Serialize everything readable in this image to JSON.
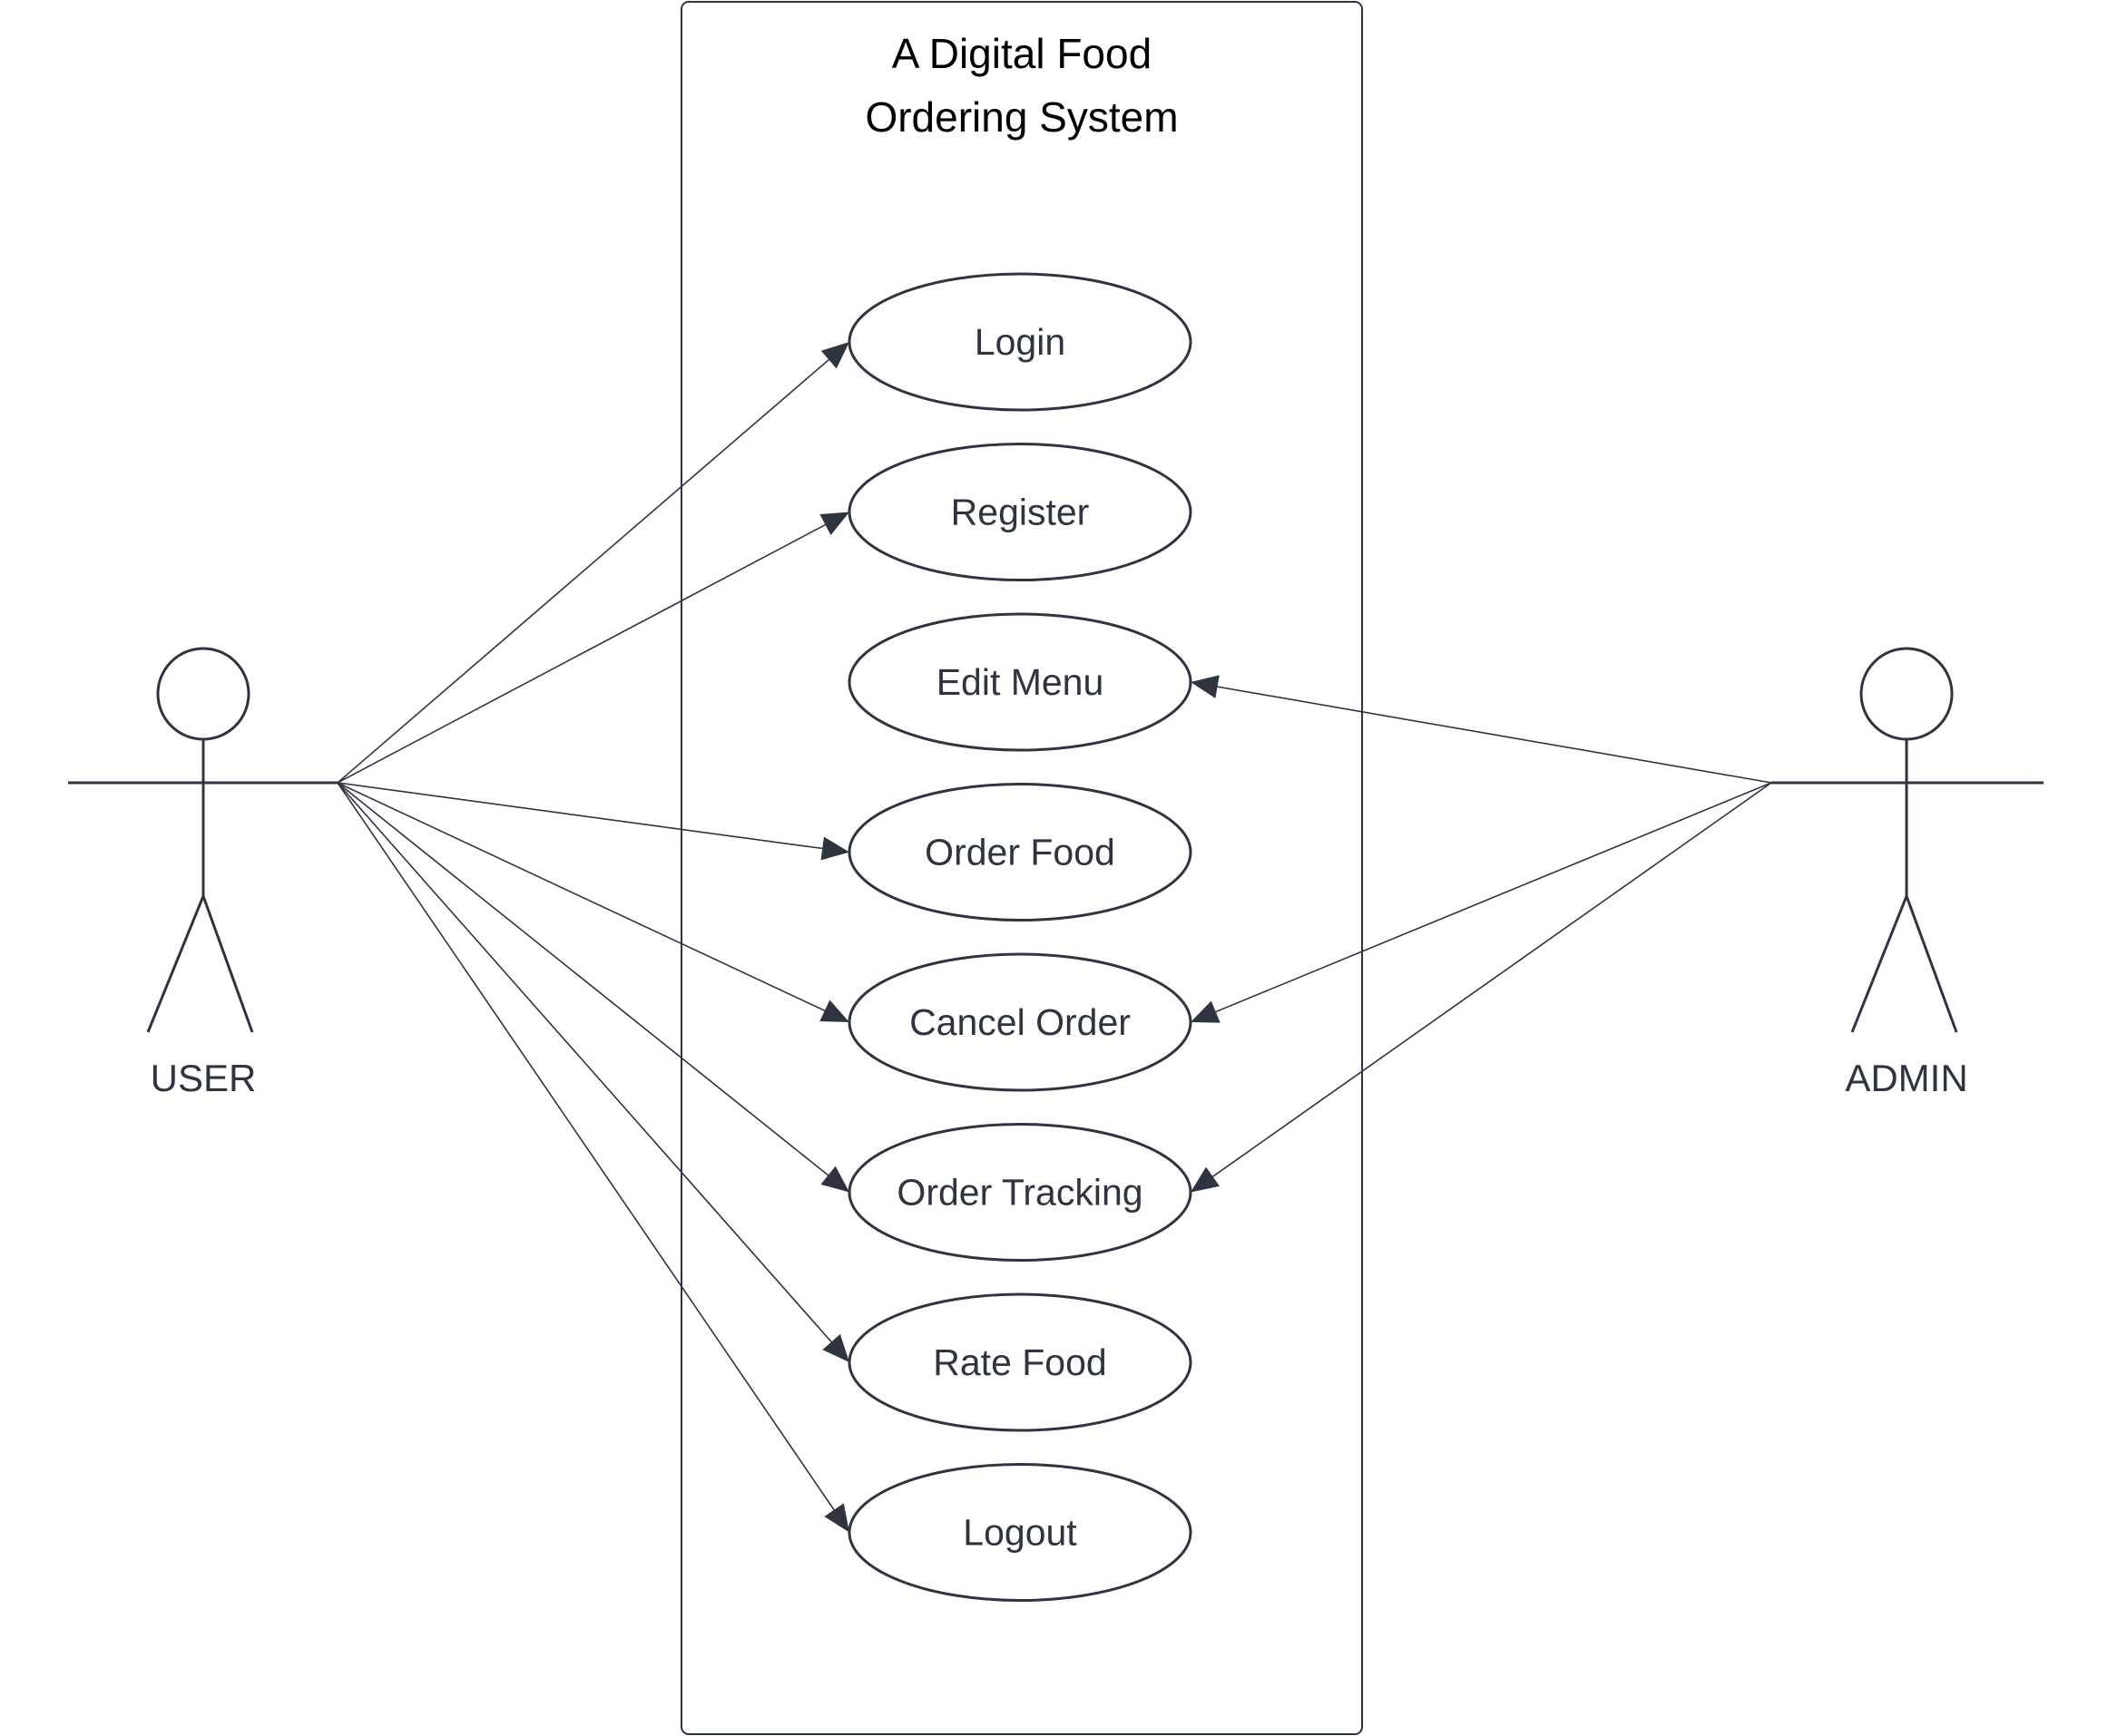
{
  "diagram": {
    "system": {
      "title_lines": [
        "A Digital Food",
        "Ordering System"
      ]
    },
    "actors": [
      {
        "id": "user",
        "label": "USER"
      },
      {
        "id": "admin",
        "label": "ADMIN"
      }
    ],
    "use_cases": [
      {
        "id": "login",
        "label": "Login"
      },
      {
        "id": "register",
        "label": "Register"
      },
      {
        "id": "edit-menu",
        "label": "Edit Menu"
      },
      {
        "id": "order-food",
        "label": "Order Food"
      },
      {
        "id": "cancel-order",
        "label": "Cancel Order"
      },
      {
        "id": "order-tracking",
        "label": "Order Tracking"
      },
      {
        "id": "rate-food",
        "label": "Rate Food"
      },
      {
        "id": "logout",
        "label": "Logout"
      }
    ],
    "associations": [
      {
        "from": "user",
        "to": "login"
      },
      {
        "from": "user",
        "to": "register"
      },
      {
        "from": "user",
        "to": "order-food"
      },
      {
        "from": "user",
        "to": "cancel-order"
      },
      {
        "from": "user",
        "to": "order-tracking"
      },
      {
        "from": "user",
        "to": "rate-food"
      },
      {
        "from": "user",
        "to": "logout"
      },
      {
        "from": "admin",
        "to": "edit-menu"
      },
      {
        "from": "admin",
        "to": "cancel-order"
      },
      {
        "from": "admin",
        "to": "order-tracking"
      }
    ]
  }
}
